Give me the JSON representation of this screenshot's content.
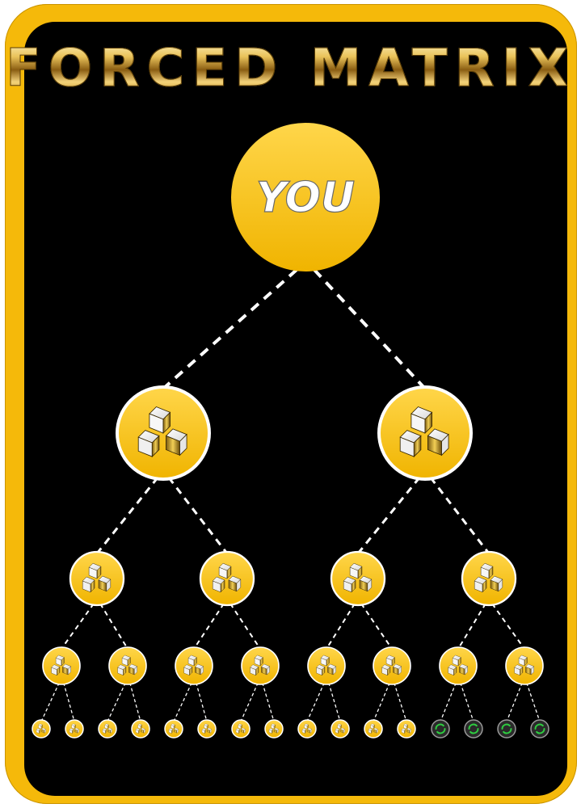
{
  "title": "FORCED MATRIX",
  "root_label": "YOU",
  "colors": {
    "frame": "#F5B90A",
    "background": "#000000",
    "node_fill": "#F5C10E",
    "node_ring": "#FFFFFF",
    "empty_node_fill": "#2a2a2a",
    "empty_node_ring": "#9a9a9a",
    "recycle_icon": "#2ECC40",
    "connector": "#FFFFFF"
  },
  "levels": [
    {
      "level": 0,
      "count": 1,
      "node_icon": "user-root"
    },
    {
      "level": 1,
      "count": 2,
      "node_icon": "gold-cubes-icon"
    },
    {
      "level": 2,
      "count": 4,
      "node_icon": "gold-cubes-icon"
    },
    {
      "level": 3,
      "count": 8,
      "node_icon": "gold-cubes-icon"
    },
    {
      "level": 4,
      "count": 16,
      "node_icon": "gold-cubes-icon",
      "filled": 12,
      "empty": 4,
      "empty_icon": "recycle-icon"
    }
  ]
}
